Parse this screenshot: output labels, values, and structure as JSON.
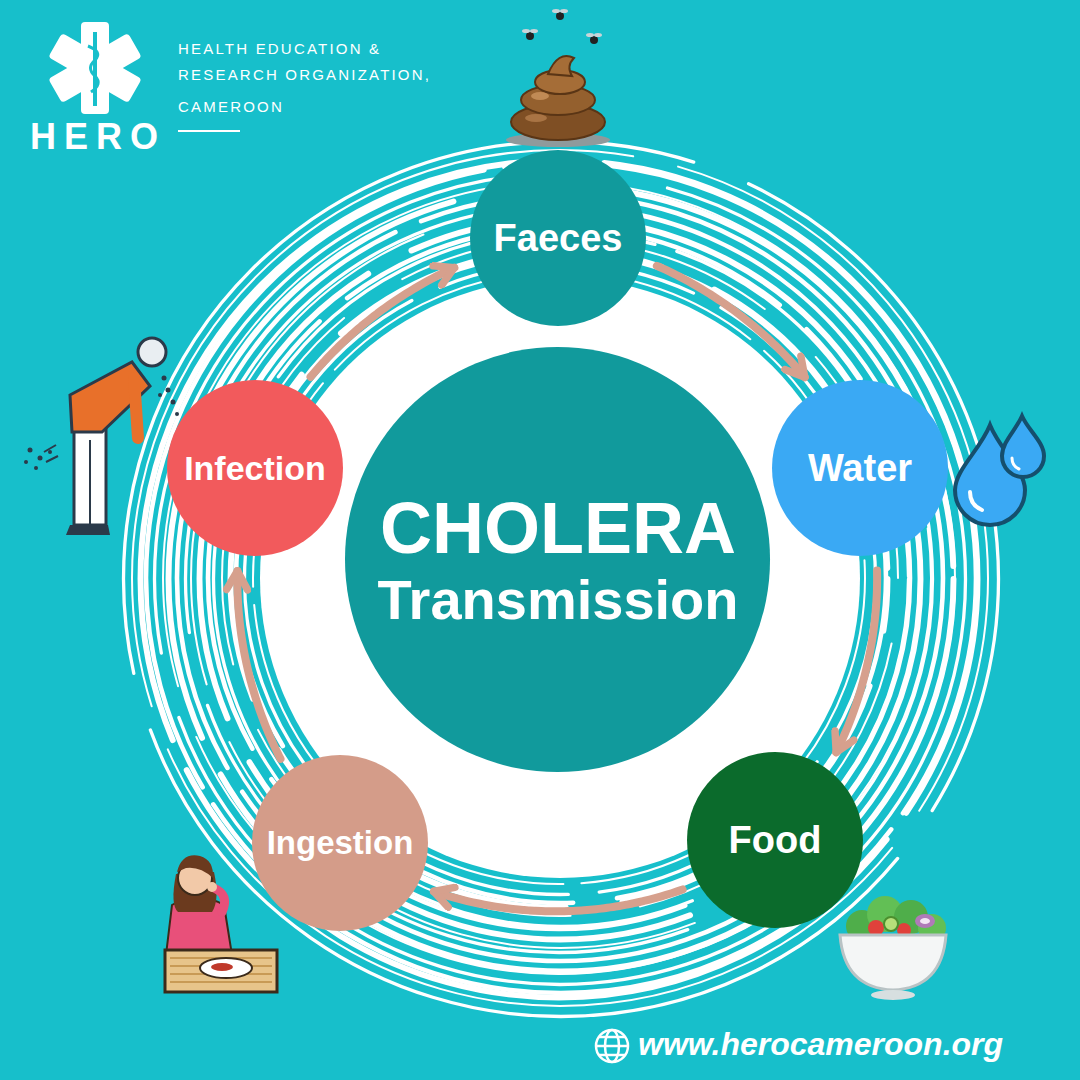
{
  "diagram": {
    "nodes": [
      {
        "text": [
          "Faeces"
        ]
      },
      {
        "text": [
          "Water"
        ]
      },
      {
        "text": [
          "Food"
        ]
      },
      {
        "text": [
          "Ingestion"
        ]
      },
      {
        "text": [
          "Infection"
        ]
      },
      {
        "text": [
          "CHOLERA",
          "Transmission"
        ]
      }
    ],
    "edges": [
      {
        "from": 4,
        "to": 0,
        "arrow": "to"
      },
      {
        "from": 0,
        "to": 1,
        "arrow": "to"
      },
      {
        "from": 1,
        "to": 2,
        "arrow": "to"
      },
      {
        "from": 2,
        "to": 3,
        "arrow": "to"
      },
      {
        "from": 3,
        "to": 4,
        "arrow": "to"
      }
    ],
    "labels": [
      "HEALTH EDUCATION & RESEARCH ORGANIZATION,",
      "CAMEROON",
      "HERO",
      "www.herocameroon.org"
    ]
  }
}
